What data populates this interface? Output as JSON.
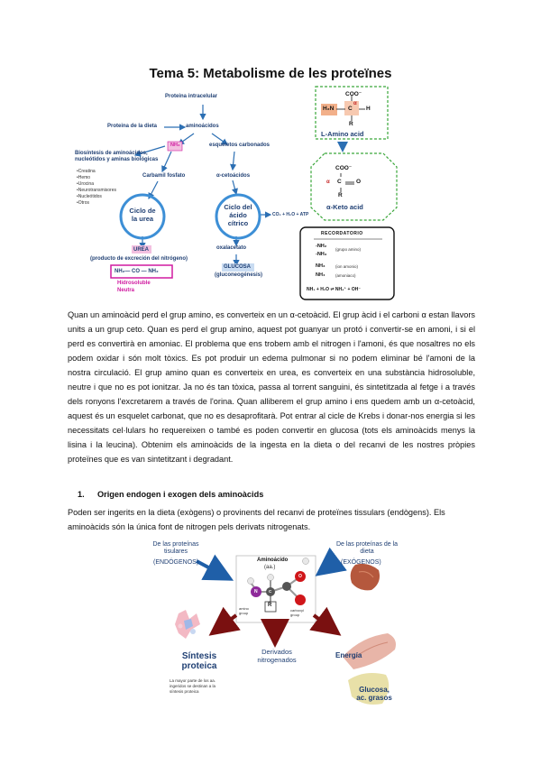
{
  "title": "Tema 5: Metabolisme de les proteïnes",
  "diagram1": {
    "proteina_intracelular": "Proteina intracelular",
    "proteina_dieta": "Proteina de la dieta",
    "aminoacidos": "aminoácidos",
    "nh3": "NH₃",
    "esqueletos": "esqueletos carbonados",
    "biosintesis": "Biosíntesis de aminoácidos, nucleótidos y aminas biológicas",
    "bullets": [
      "•Creatina",
      "•Hemo",
      "•Urocina",
      "•Neurotransmisores",
      "•Nucleótidos",
      "•Otros"
    ],
    "carbamil": "Carbamil fosfato",
    "cetoacidos": "α-cetoácidos",
    "ciclo_urea": "Ciclo de la urea",
    "ciclo_citrico": "Ciclo del ácido cítrico",
    "co2": "CO₂ + H₂O + ATP",
    "urea": "UREA",
    "urea_desc": "(producto de excreción del nitrógeno)",
    "urea_formula": "NH₂— CO — NH₂",
    "hidrosoluble": "Hidrosoluble",
    "neutra": "Neutra",
    "oxalacetato": "oxalacetato",
    "glucosa": "GLUCOSA",
    "gluconeogenesis": "(gluconeogénesis)",
    "amino_acid": "L-Amino acid",
    "keto_acid": "α-Keto acid",
    "coo": "COO⁻",
    "h2n": "H₂N",
    "alpha": "α",
    "c": "C",
    "h": "H",
    "r": "R",
    "o": "O",
    "recordatorio": "RECORDATORIO",
    "rec_lines": [
      "-NH₂",
      "-NH₃",
      "NH₃",
      "NH₄"
    ],
    "rec_desc": [
      "(grupo amino)",
      "(ion amonio)",
      "(amoniaco)"
    ],
    "rec_eq": "NH₃ + H₂O ⇌ NH₄⁺ + OH⁻"
  },
  "paragraph": "Quan un aminoàcid perd el grup amino, es converteix en un α-cetoàcid. El grup àcid i el carboni α estan llavors units a un grup ceto. Quan es perd el grup amino, aquest pot guanyar un protó i convertir-se en amoni, i si el perd es convertirà en amoniac. El problema que ens trobem amb el nitrogen i l'amoni, és que nosaltres no els podem oxidar i són molt tòxics. Es pot produir un edema pulmonar si no podem eliminar bé l'amoni de la nostra circulació. El grup amino quan es converteix en urea, es converteix en una substància hidrosoluble, neutre i que no es pot ionitzar. Ja no és tan tòxica, passa al torrent sanguini, és sintetitzada al fetge i a través dels ronyons l'excretarem a través de l'orina. Quan alliberem el grup amino i ens quedem amb un α-cetoàcid, aquest és un esquelet carbonat, que no es desaprofitarà. Pot entrar al cicle de Krebs i donar-nos energia si les necessitats cel·lulars ho requereixen o també es poden convertir en glucosa (tots els aminoàcids menys la lisina i la leucina). Obtenim els aminoàcids de la ingesta en la dieta o del recanvi de les nostres pròpies proteïnes que es van sintetitzant i degradant.",
  "section": {
    "number": "1.",
    "title": "Origen endogen i exogen dels aminoàcids",
    "text": "Poden ser ingerits en la dieta (exògens) o provinents del recanvi de proteïnes tissulars (endògens). Els aminoàcids són la única font de nitrogen pels derivats nitrogenats."
  },
  "diagram2": {
    "tisulares": "De las proteínas tisulares",
    "endogenos": "(ENDÓGENOS)",
    "dieta": "De las proteínas de la dieta",
    "exogenos": "(EXÓGENOS)",
    "aminoacido": "Aminoácido",
    "aa": "(aa.)",
    "amino_group": "amino group",
    "carboxyl_group": "carboxyl group",
    "sintesis": "Síntesis proteica",
    "sintesis_note": "La mayor parte de los aa. ingeridos se destinan a la síntesis proteica",
    "derivados": "Derivados nitrogenados",
    "energia": "Energía",
    "glucosa": "Glucosa, ac. grasos",
    "n": "N",
    "c": "C",
    "h": "H",
    "r": "R",
    "o": "O"
  }
}
